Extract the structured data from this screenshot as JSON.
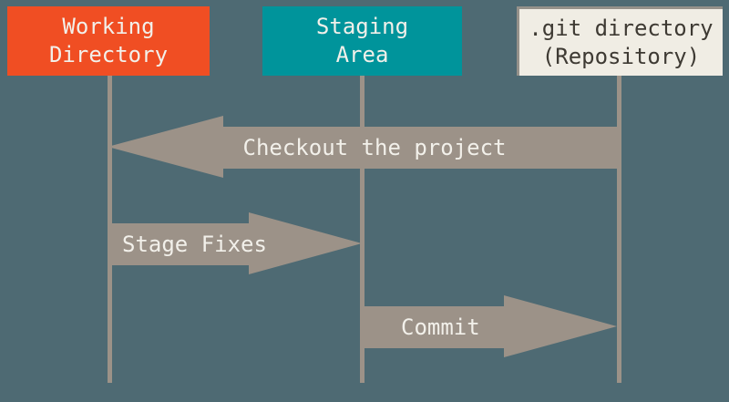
{
  "diagram_type": "git-workflow-sequence-diagram",
  "colors": {
    "background": "#4E6A73",
    "working_directory_box": "#F04E23",
    "staging_area_box": "#00949B",
    "repository_box": "#F0EDE4",
    "repository_box_edge": "#95918A",
    "arrow_and_line": "#9C9288",
    "light_text": "#F2F0EA",
    "dark_text": "#3E3A33"
  },
  "boxes": [
    {
      "id": "working-directory",
      "line1": "Working",
      "line2": "Directory"
    },
    {
      "id": "staging-area",
      "line1": "Staging",
      "line2": "Area"
    },
    {
      "id": "git-directory",
      "line1": ".git directory",
      "line2": "(Repository)"
    }
  ],
  "arrows": [
    {
      "id": "checkout",
      "label": "Checkout the project",
      "direction": "left",
      "from": "git-directory",
      "to": "working-directory"
    },
    {
      "id": "stage",
      "label": "Stage Fixes",
      "direction": "right",
      "from": "working-directory",
      "to": "staging-area"
    },
    {
      "id": "commit",
      "label": "Commit",
      "direction": "right",
      "from": "staging-area",
      "to": "git-directory"
    }
  ]
}
